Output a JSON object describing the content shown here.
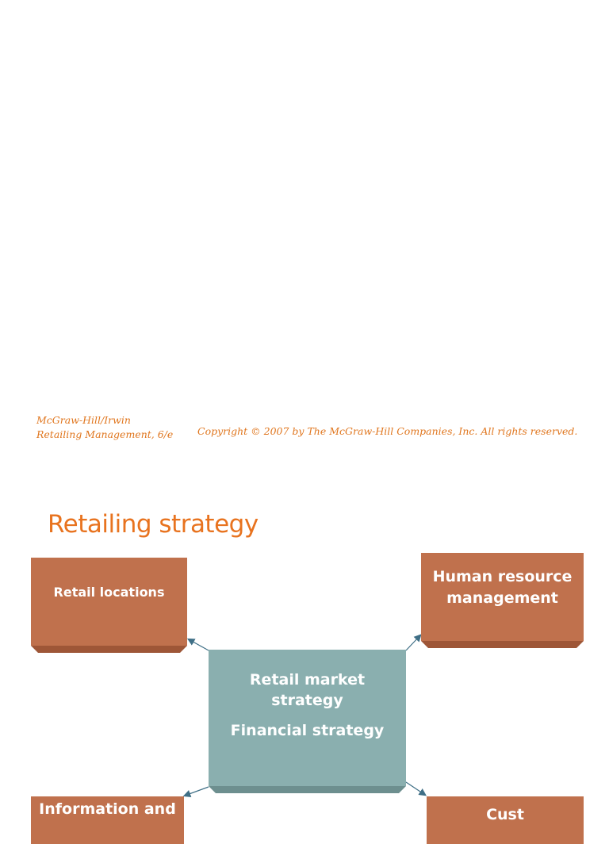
{
  "footer": {
    "publisher": "McGraw-Hill/Irwin",
    "book": "Retailing Management, 6/e",
    "copyright": "Copyright © 2007 by The McGraw-Hill Companies, Inc. All rights reserved."
  },
  "slide": {
    "title": "Retailing strategy"
  },
  "diagram": {
    "center": {
      "line1": "Retail market",
      "line2": "strategy",
      "line3": "Financial strategy"
    },
    "top_left": {
      "label": "Retail locations"
    },
    "top_right": {
      "line1": "Human resource",
      "line2": "management"
    },
    "bottom_left": {
      "label": "Information and"
    },
    "bottom_right": {
      "label": "Cust"
    }
  },
  "colors": {
    "accent_orange": "#e8731f",
    "box_orange": "#c0714d",
    "box_teal": "#8aafaf",
    "arrow": "#3f6f86"
  }
}
